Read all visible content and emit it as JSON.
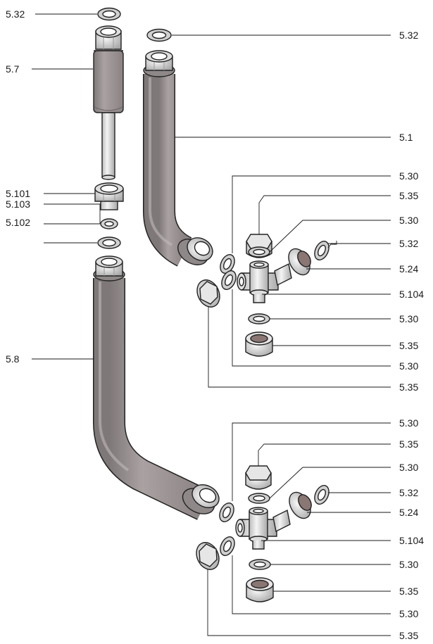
{
  "diagram": {
    "colors": {
      "pipe_fill": "#9e9696",
      "pipe_dark": "#7d7575",
      "metal_light": "#eeeeee",
      "metal_mid": "#bdbdbd",
      "metal_dark": "#8c8c8c",
      "nut_inner": "#8a7672",
      "outline": "#222222",
      "leader": "#1a1a1a"
    },
    "left_labels": {
      "l1": "5.32",
      "l2": "5.7",
      "l3": "5.101",
      "l4": "5.103",
      "l5": "5.102",
      "l6": "5.8"
    },
    "right_labels": {
      "r1": "5.32",
      "r2": "5.1",
      "r3": "5.30",
      "r4": "5.35",
      "r5": "5.30",
      "r6": "5.32",
      "r7": "5.24",
      "r8": "5.104",
      "r9": "5.30",
      "r10": "5.35",
      "r11": "5.30",
      "r12": "5.35",
      "r13": "5.30",
      "r14": "5.35",
      "r15": "5.30",
      "r16": "5.32",
      "r17": "5.24",
      "r18": "5.104",
      "r19": "5.30",
      "r20": "5.35",
      "r21": "5.30",
      "r22": "5.35"
    }
  }
}
